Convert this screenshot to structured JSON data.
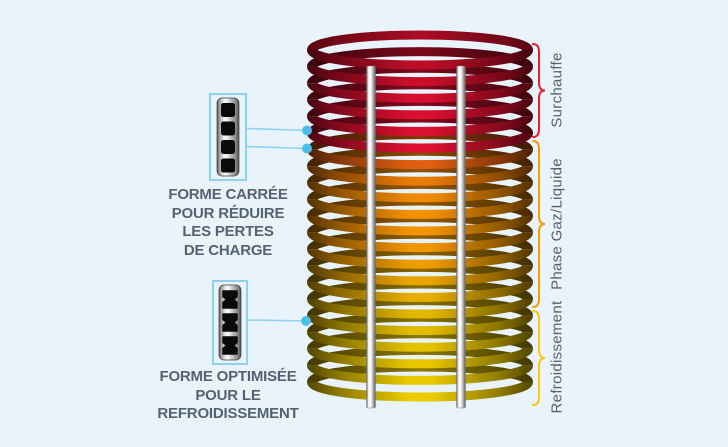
{
  "canvas": {
    "background": "#E8F3FC"
  },
  "text_color": "#56636E",
  "callouts": {
    "square": {
      "icon": "square-channel-tube-icon",
      "lines": [
        "FORME CARRÉE",
        "POUR RÉDUIRE",
        "LES PERTES",
        "DE CHARGE"
      ]
    },
    "optimized": {
      "icon": "optimized-channel-tube-icon",
      "lines": [
        "FORME OPTIMISÉE",
        "POUR LE",
        "REFROIDISSEMENT"
      ]
    }
  },
  "zones": [
    {
      "label": "Surchauffe",
      "brace_color": "#EC1C2E"
    },
    {
      "label": "Phase Gaz/Liquide",
      "brace_color": "#F59B00"
    },
    {
      "label": "Refroidissement",
      "brace_color": "#FFC60B"
    }
  ],
  "connector": {
    "line_color": "#8FD2EF",
    "dot_color": "#4CBEEA"
  },
  "coil": {
    "turn_colors": [
      "#BC0D27",
      "#C90E2B",
      "#D30F2E",
      "#D91030",
      "#DB1030",
      "#DB1030",
      "#DF5E10",
      "#EA7C05",
      "#F08A00",
      "#F39100",
      "#F39300",
      "#F19500",
      "#EE9C00",
      "#EAA500",
      "#E6AE00",
      "#E2B700",
      "#E2BC00",
      "#E5C200",
      "#E8C700",
      "#EACA00",
      "#ECCC00"
    ],
    "rod_colors": {
      "edge": "#5A5A5A",
      "mid": "#BEBEBE",
      "light": "#F5F5F5"
    }
  }
}
